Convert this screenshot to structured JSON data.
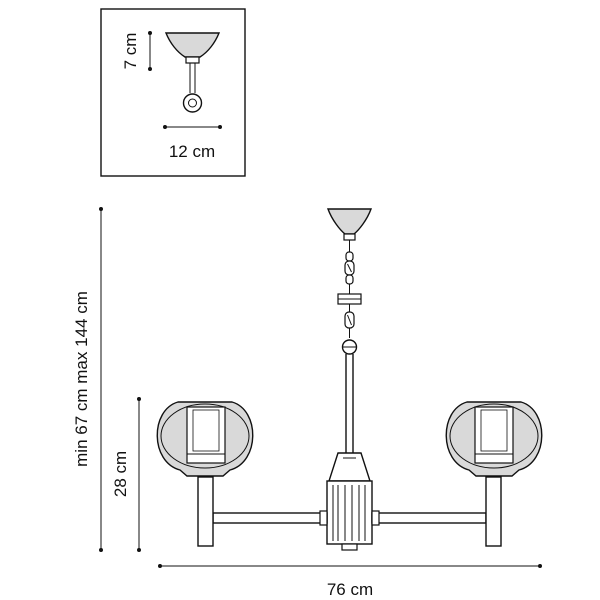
{
  "inset": {
    "height_label": "7 cm",
    "width_label": "12 cm"
  },
  "main": {
    "total_height_label": "min 67 cm max 144 cm",
    "body_height_label": "28 cm",
    "width_label": "76 cm"
  },
  "colors": {
    "line": "#111111",
    "glass": "#d9d9d9",
    "background": "#ffffff"
  }
}
